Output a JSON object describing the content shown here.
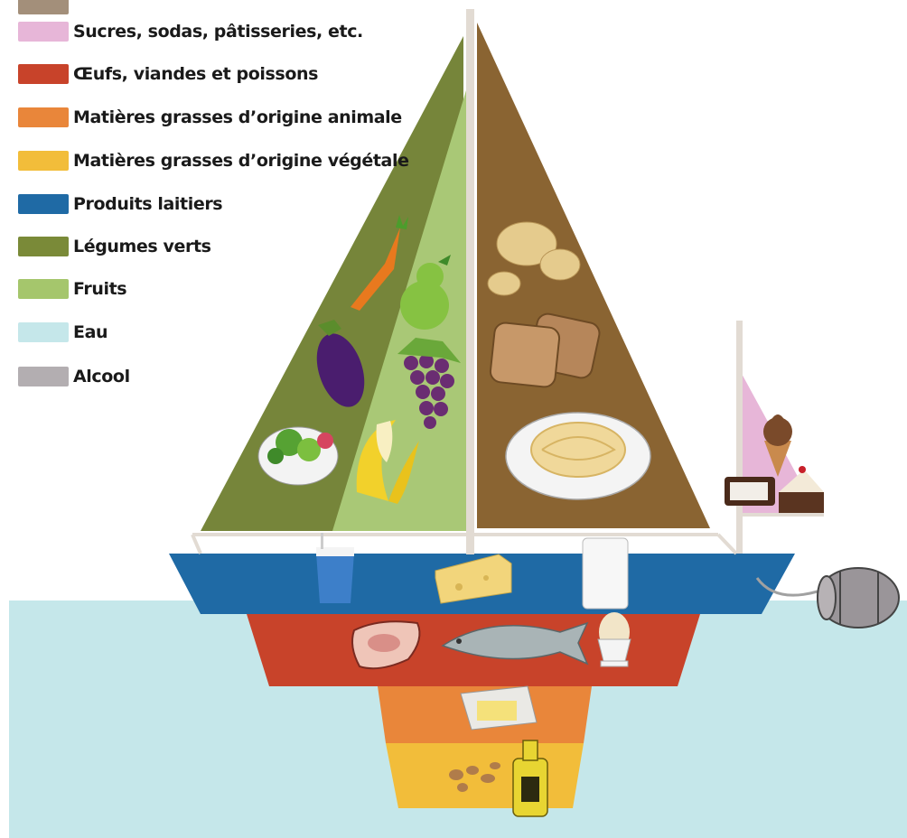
{
  "legend": {
    "items": [
      {
        "key": "feculents",
        "label": "",
        "color": "#a38f7a"
      },
      {
        "key": "sucres",
        "label": "Sucres, sodas, pâtisseries, etc.",
        "color": "#e7b6d8"
      },
      {
        "key": "oeufs",
        "label": "Œufs, viandes et poissons",
        "color": "#c8432a"
      },
      {
        "key": "mg-animale",
        "label": "Matières grasses d’origine animale",
        "color": "#e9863a"
      },
      {
        "key": "mg-vegetale",
        "label": "Matières grasses d’origine végétale",
        "color": "#f2bd3a"
      },
      {
        "key": "laitiers",
        "label": "Produits laitiers",
        "color": "#1f6aa5"
      },
      {
        "key": "legumes",
        "label": "Légumes verts",
        "color": "#7a8a38"
      },
      {
        "key": "fruits",
        "label": "Fruits",
        "color": "#a5c66c"
      },
      {
        "key": "eau",
        "label": "Eau",
        "color": "#c5e7ea"
      },
      {
        "key": "alcool",
        "label": "Alcool",
        "color": "#b3aeb1"
      }
    ]
  },
  "colors": {
    "feculents_sail": "#8a6432",
    "legumes_sail": "#76853a",
    "fruits_sail": "#a9c876",
    "sucres_sail": "#e7b6d8",
    "laitiers_band": "#1f6aa5",
    "oeufs_band": "#c8432a",
    "mg_animale_band": "#e9863a",
    "mg_vegetale_band": "#f2bd3a",
    "eau": "#c5e7ea",
    "mast": "#e2dbd3"
  },
  "icons": [
    "carrot-icon",
    "eggplant-icon",
    "salad-icon",
    "pear-icon",
    "grapes-icon",
    "banana-icon",
    "potatoes-icon",
    "bread-icon",
    "spaghetti-icon",
    "ice-cream-icon",
    "candy-bar-icon",
    "cake-icon",
    "yogurt-icon",
    "cheese-icon",
    "milk-glass-icon",
    "steak-icon",
    "fish-icon",
    "egg-cup-icon",
    "butter-icon",
    "nuts-icon",
    "oil-bottle-icon",
    "barrel-icon"
  ]
}
